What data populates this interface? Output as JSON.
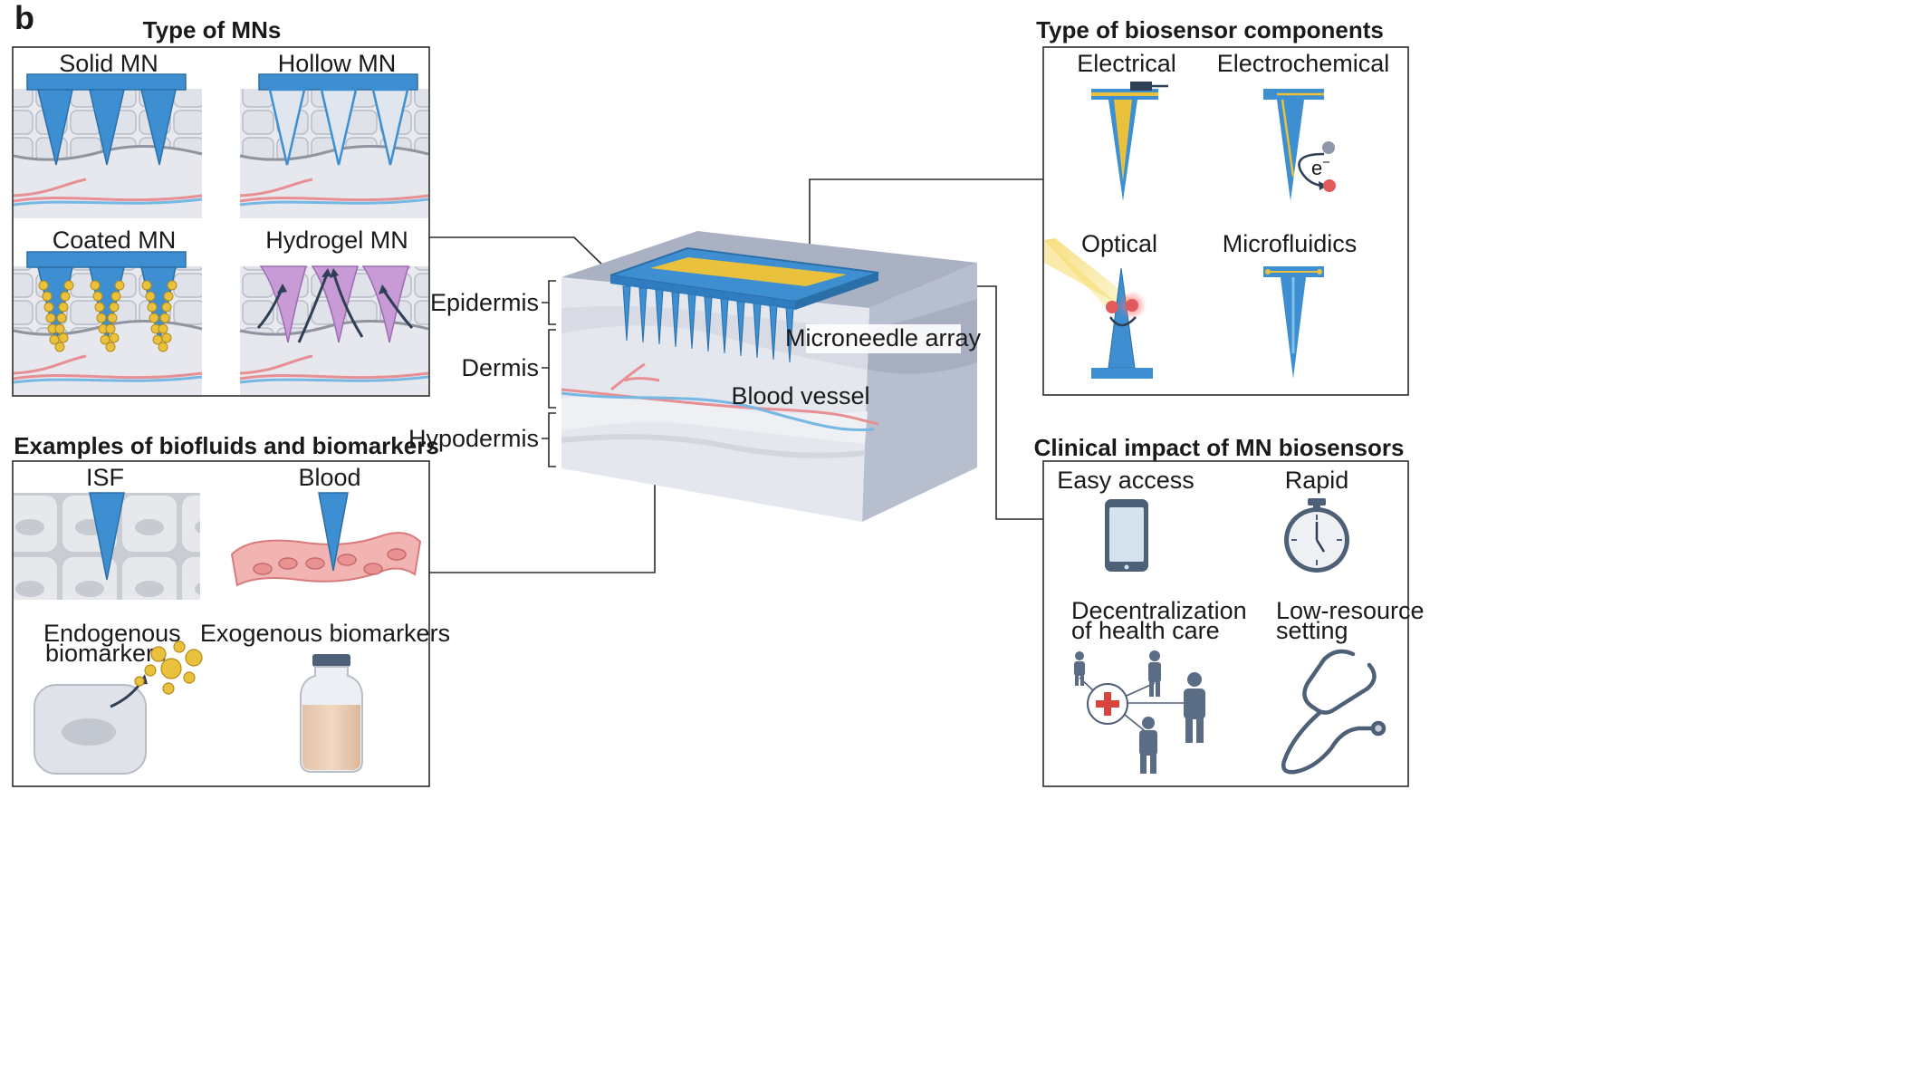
{
  "panel_letter": "b",
  "mn_types": {
    "title": "Type of MNs",
    "solid": "Solid MN",
    "hollow": "Hollow MN",
    "coated": "Coated MN",
    "hydrogel": "Hydrogel MN"
  },
  "biofluids": {
    "title": "Examples of biofluids and biomarkers",
    "isf": "ISF",
    "blood": "Blood",
    "endogenous_line1": "Endogenous",
    "endogenous_line2": "biomarkers",
    "exogenous": "Exogenous biomarkers"
  },
  "skin": {
    "epidermis": "Epidermis",
    "dermis": "Dermis",
    "hypodermis": "Hypodermis",
    "microneedle_array": "Microneedle array",
    "blood_vessel": "Blood vessel"
  },
  "components": {
    "title": "Type of biosensor components",
    "electrical": "Electrical",
    "electrochemical": "Electrochemical",
    "electron": "e",
    "electron_sup": "−",
    "optical": "Optical",
    "microfluidics": "Microfluidics"
  },
  "impact": {
    "title": "Clinical impact of MN biosensors",
    "easy_access": "Easy access",
    "rapid": "Rapid",
    "decentral_line1": "Decentralization",
    "decentral_line2": "of health care",
    "lowres_line1": "Low-resource",
    "lowres_line2": "setting"
  },
  "colors": {
    "needle_blue": "#3d8fd1",
    "electrode_yellow": "#e9c13c",
    "hydrogel_pink": "#c89ad6",
    "vessel_red": "#e88f93",
    "vessel_blue": "#76b8e3",
    "skin_gray": "#d9dde6",
    "person_slate": "#5b6d85"
  }
}
